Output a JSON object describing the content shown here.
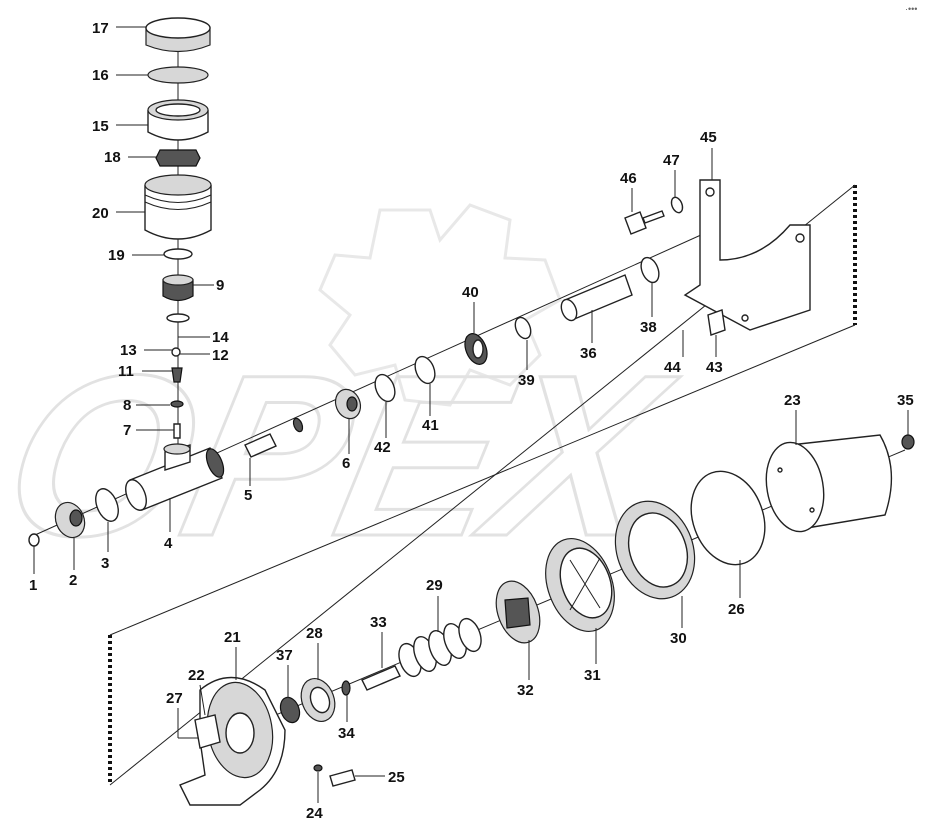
{
  "watermark": {
    "text": "OPEX"
  },
  "corner_mark": "·•••",
  "part_numbers": [
    "1",
    "2",
    "3",
    "4",
    "5",
    "6",
    "7",
    "8",
    "9",
    "11",
    "12",
    "13",
    "14",
    "15",
    "16",
    "17",
    "18",
    "19",
    "20",
    "21",
    "22",
    "23",
    "24",
    "25",
    "26",
    "27",
    "28",
    "29",
    "30",
    "31",
    "32",
    "33",
    "34",
    "35",
    "36",
    "37",
    "38",
    "39",
    "40",
    "41",
    "42",
    "43",
    "44",
    "45",
    "46",
    "47"
  ],
  "colors": {
    "line": "#222222",
    "watermark": "#e2e2e2",
    "shade": "#d7d7d7"
  }
}
